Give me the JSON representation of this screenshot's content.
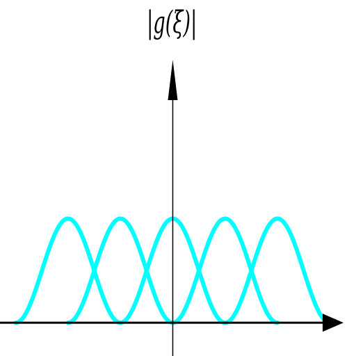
{
  "colors": {
    "curve": "#00ffff",
    "axis": "#000000",
    "background": "#ffffff"
  },
  "chart_data": {
    "type": "line",
    "title": "",
    "xlabel": "",
    "ylabel": "|g(ξ)|",
    "grid": false,
    "legend": "none",
    "xlim": [
      -3.3,
      3.5
    ],
    "ylim": [
      -0.32,
      3.1
    ],
    "y_axis_arrow": true,
    "x_axis_arrow": true,
    "series": [
      {
        "center": -2,
        "half_width": 1,
        "peak": 1,
        "shape": "raised-cosine"
      },
      {
        "center": -1,
        "half_width": 1,
        "peak": 1,
        "shape": "raised-cosine"
      },
      {
        "center": 0,
        "half_width": 1,
        "peak": 1,
        "shape": "raised-cosine"
      },
      {
        "center": 1,
        "half_width": 1,
        "peak": 1,
        "shape": "raised-cosine"
      },
      {
        "center": 2,
        "half_width": 1,
        "peak": 1,
        "shape": "raised-cosine"
      }
    ]
  }
}
